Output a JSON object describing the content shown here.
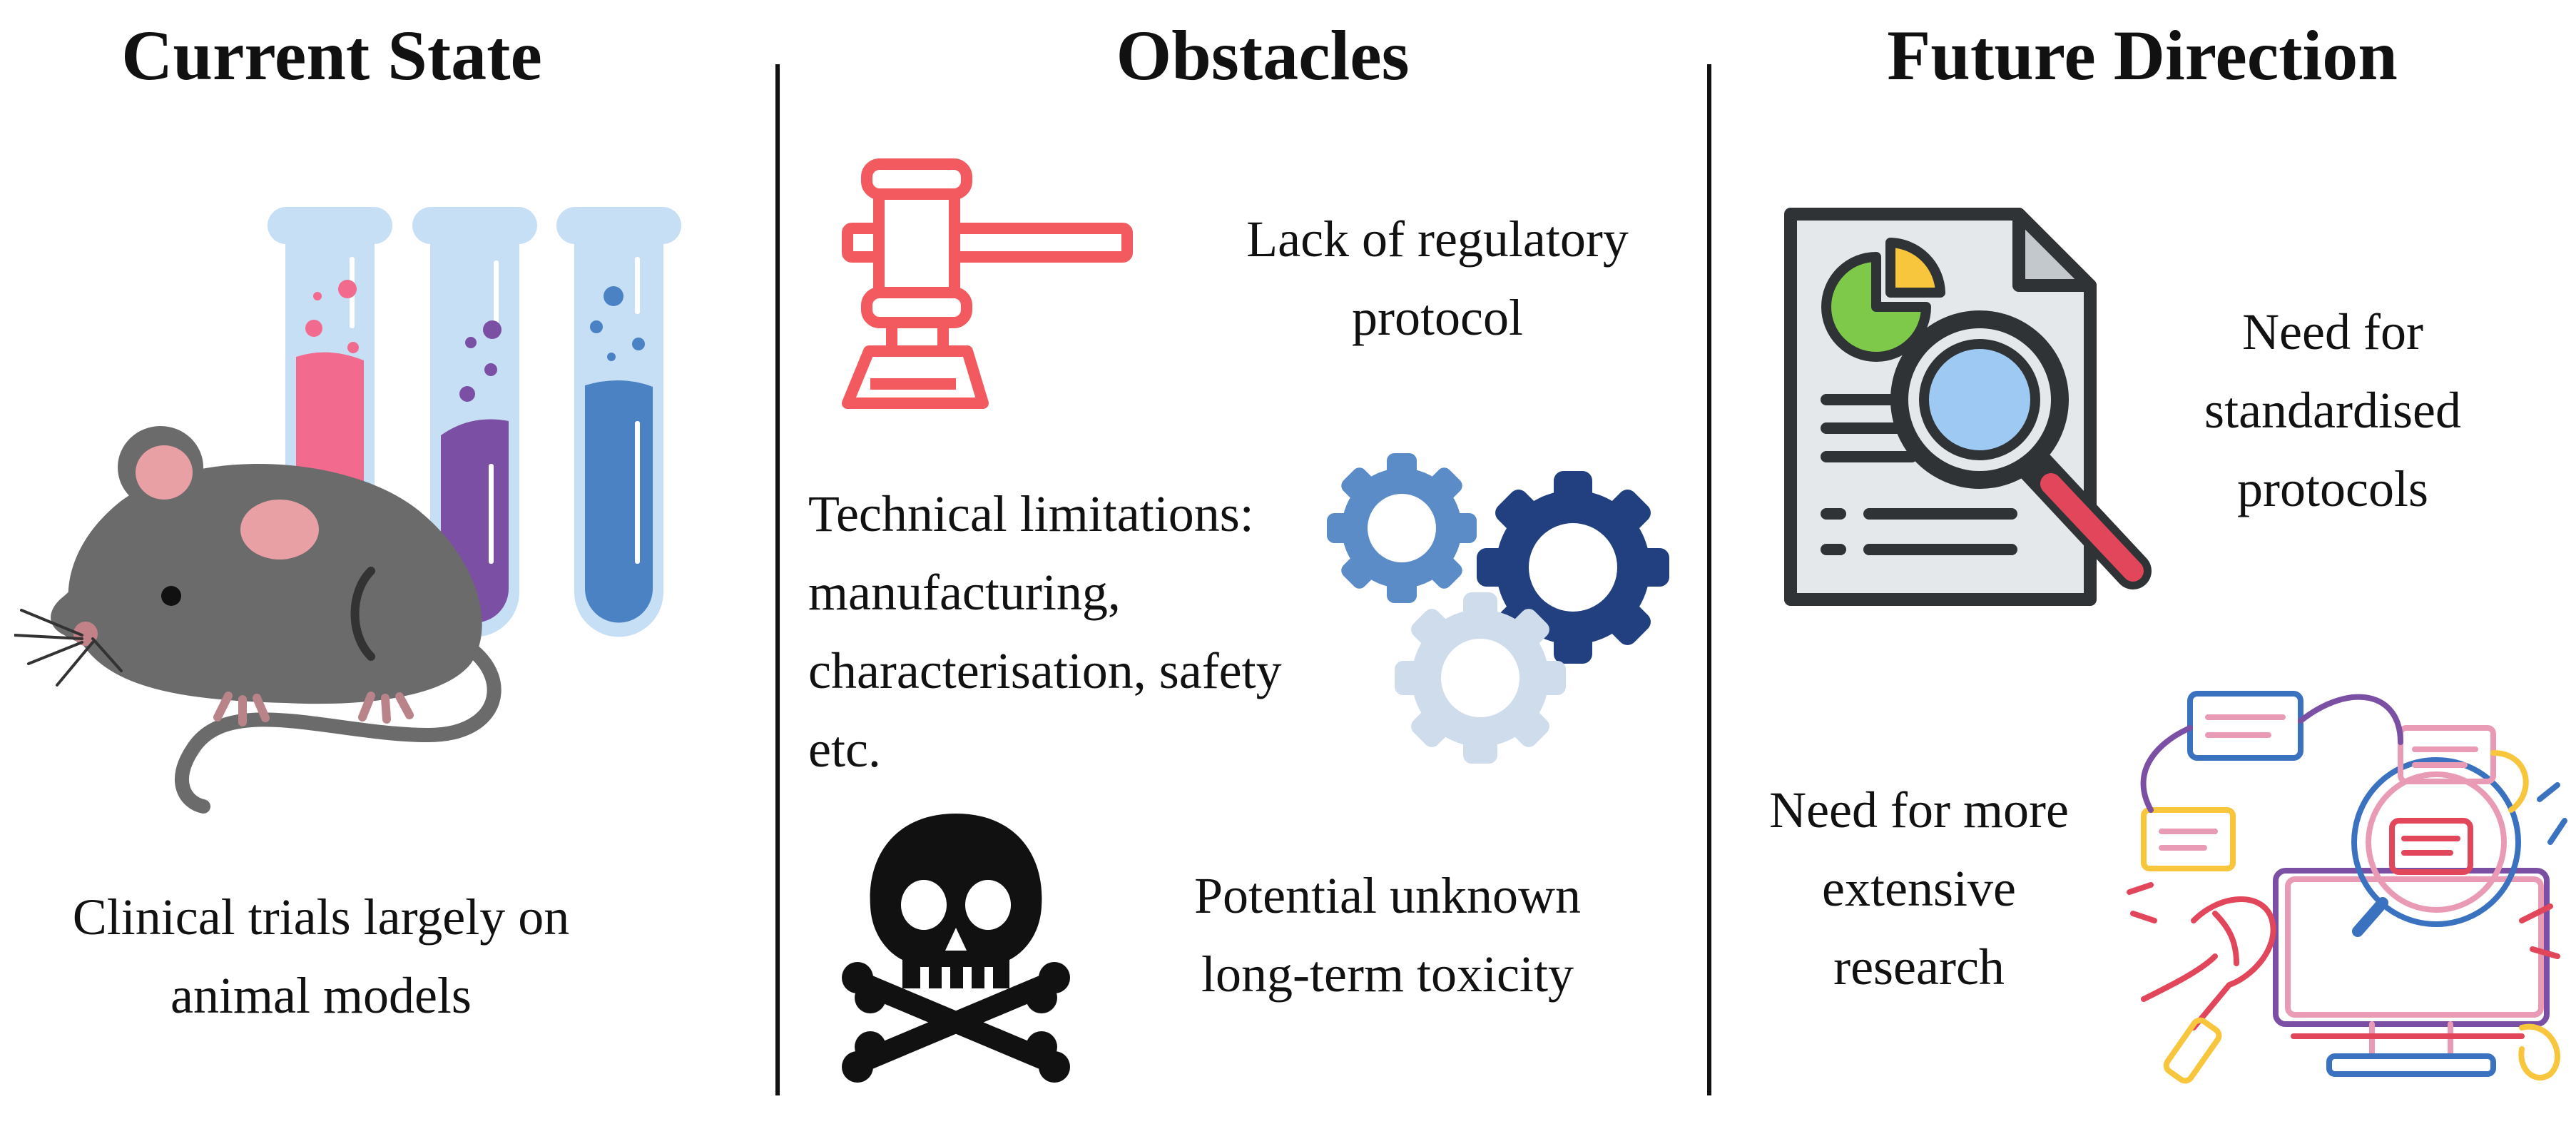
{
  "headings": {
    "current_state": "Current State",
    "obstacles": "Obstacles",
    "future_direction": "Future Direction"
  },
  "current_state": {
    "caption_lines": [
      "Clinical trials largely on",
      "animal models"
    ]
  },
  "obstacles": {
    "regulatory_lines": [
      "Lack of regulatory",
      "protocol"
    ],
    "technical_lines": [
      "Technical limitations:",
      "manufacturing,",
      "characterisation, safety",
      "etc."
    ],
    "toxicity_lines": [
      "Potential unknown",
      "long-term toxicity"
    ]
  },
  "future_direction": {
    "protocols_lines": [
      "Need for",
      "standardised",
      "protocols"
    ],
    "research_lines": [
      "Need for more",
      "extensive",
      "research"
    ]
  },
  "icons": {
    "test_tubes": "test-tubes-icon",
    "mouse": "mouse-icon",
    "gavel": "gavel-icon",
    "gears": "gears-icon",
    "skull": "skull-crossbones-icon",
    "report": "report-magnifier-icon",
    "research": "research-doodle-icon"
  },
  "colors": {
    "gavel_red": "#f25a5f",
    "gear_light": "#5b8cc8",
    "gear_dark": "#22407f",
    "gear_pale": "#cfdcec",
    "tube_glass": "#c7dff5",
    "liquid_pink": "#f26b8f",
    "liquid_purple": "#7b4fa3",
    "liquid_blue": "#4a82c4",
    "mouse_grey": "#6b6b6b",
    "ear_pink": "#e8a0a5",
    "doc_grey": "#e4e8ea",
    "doc_outline": "#2f3336",
    "pie_green": "#7ec84a",
    "pie_yellow": "#f7c63c",
    "lens_blue": "#9ec9f2",
    "handle_red": "#e2465b"
  }
}
